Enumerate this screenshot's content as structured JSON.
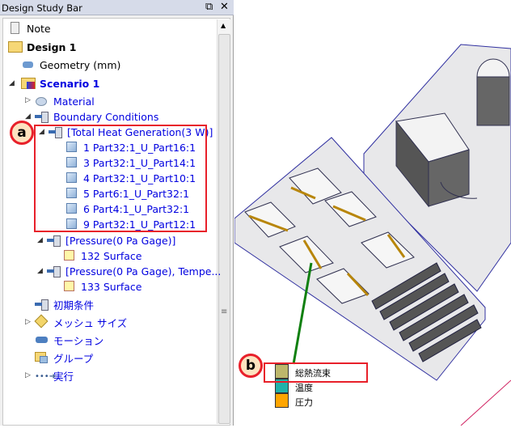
{
  "panel": {
    "title": "Design Study Bar",
    "restore_icon": "restore-icon",
    "close_icon": "close-icon"
  },
  "tree": {
    "note": "Note",
    "design": "Design 1",
    "geometry": "Geometry (mm)",
    "scenario": "Scenario 1",
    "material": "Material",
    "boundary_conditions": "Boundary Conditions",
    "heat_generation": "[Total Heat Generation(3 W)]",
    "heat_items": [
      "1 Part32:1_U_Part16:1",
      "3 Part32:1_U_Part14:1",
      "4 Part32:1_U_Part10:1",
      "5 Part6:1_U_Part32:1",
      "6 Part4:1_U_Part32:1",
      "9 Part32:1_U_Part12:1"
    ],
    "pressure1": "[Pressure(0 Pa Gage)]",
    "surface1": "132 Surface",
    "pressure2": "[Pressure(0 Pa Gage), Tempe...",
    "surface2": "133 Surface",
    "initial_conditions": "初期条件",
    "mesh_size": "メッシュ サイズ",
    "motion": "モーション",
    "groups": "グループ",
    "run": "実行"
  },
  "callouts": {
    "a": "a",
    "b": "b"
  },
  "legend": [
    {
      "label": "総熱流束",
      "color": "#bdb76b"
    },
    {
      "label": "温度",
      "color": "#20b2aa"
    },
    {
      "label": "圧力",
      "color": "#ffa500"
    }
  ],
  "colors": {
    "highlight": "#e8202a",
    "link": "#0000e0"
  }
}
